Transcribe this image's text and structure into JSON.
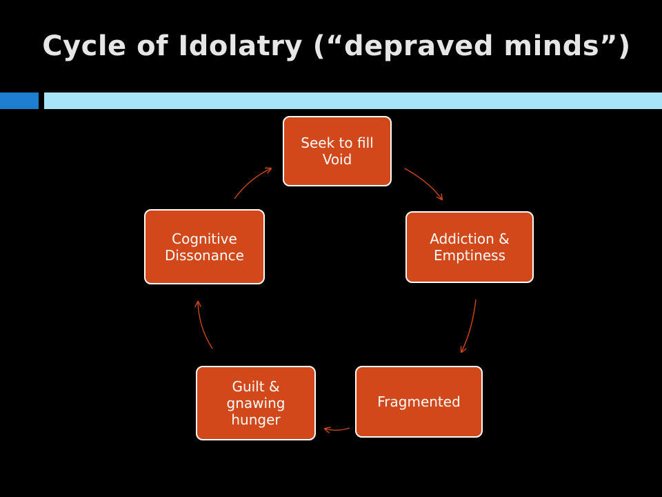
{
  "title": "Cycle of Idolatry (“depraved minds”)",
  "colors": {
    "background": "#000000",
    "node_fill": "#d1481a",
    "node_border": "#ffffff",
    "arrow": "#d1481a",
    "rule_dark": "#1e7fd0",
    "rule_light": "#a7e3f9"
  },
  "cycle": {
    "nodes": [
      {
        "id": "seek",
        "label": "Seek to fill Void"
      },
      {
        "id": "addiction",
        "label": "Addiction & Emptiness"
      },
      {
        "id": "fragmented",
        "label": "Fragmented"
      },
      {
        "id": "guilt",
        "label": "Guilt & gnawing hunger"
      },
      {
        "id": "cognitive",
        "label": "Cognitive Dissonance"
      }
    ],
    "arrows": [
      {
        "from": "seek",
        "to": "addiction"
      },
      {
        "from": "addiction",
        "to": "fragmented"
      },
      {
        "from": "fragmented",
        "to": "guilt"
      },
      {
        "from": "guilt",
        "to": "cognitive"
      },
      {
        "from": "cognitive",
        "to": "seek"
      }
    ]
  }
}
